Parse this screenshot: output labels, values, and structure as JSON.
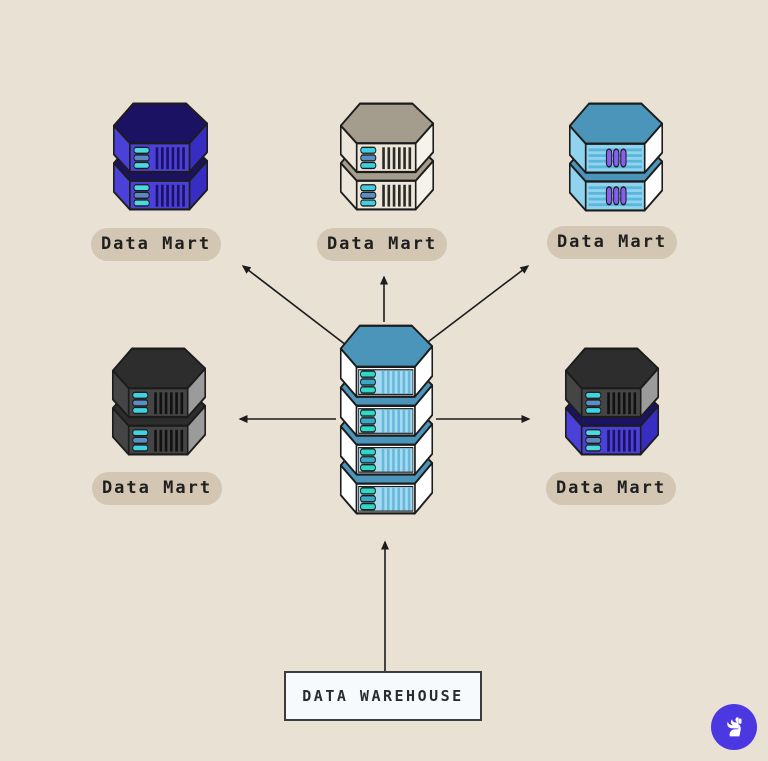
{
  "title": "Data Warehouse feeding Data Marts diagram",
  "background": "#e8e1d4",
  "outline_color": "#1c1c1c",
  "labels": {
    "data_mart": "Data Mart",
    "data_warehouse": "DATA WAREHOUSE"
  },
  "label_pill": {
    "bg": "#d3c6b3",
    "text": "#1f1f1f"
  },
  "warehouse_box": {
    "bg": "#f6fafd",
    "border": "#3c3c3c",
    "text": "#2b2b2b"
  },
  "logo": {
    "bg": "#4b38e0",
    "fg": "#ffffff",
    "icon": "phoenix-icon"
  },
  "schemes": {
    "indigo": {
      "top": "#1c1263",
      "front": "#4b40d8",
      "side": "#382dc2",
      "slat": "#1c1263",
      "pills": [
        "#4cd9de",
        "#5d87c0",
        "#4cd9de"
      ],
      "pattern": "grill"
    },
    "cream": {
      "top": "#a49c8c",
      "front": "#ece7da",
      "side": "#f6f3ea",
      "slat": "#2b2b28",
      "pills": [
        "#3fcfe0",
        "#5b8fc4",
        "#3fcfe0"
      ],
      "pattern": "grill"
    },
    "sky": {
      "top": "#4c95ba",
      "front": "#8fd3ee",
      "side": "#ffffff",
      "stripe": "#5cb6dc",
      "pills": [
        "#8a5cf0",
        "#8a5cf0",
        "#8a5cf0"
      ],
      "pattern": "dashes"
    },
    "gray": {
      "top": "#2d2d2d",
      "front": "#454545",
      "side": "#9b9b9b",
      "slat": "#111111",
      "pills": [
        "#3fd2e0",
        "#5b8fc4",
        "#3fd2e0"
      ],
      "pattern": "grill"
    },
    "frost": {
      "top": "#4c95ba",
      "front": "#ffffff",
      "side": "#ffffff",
      "panel": "#a5daf0",
      "slat": "#66b9dd",
      "pills": [
        "#2fd9c8",
        "#3aa8c6",
        "#2fd9c8"
      ],
      "pattern": "grill"
    }
  },
  "servers": [
    {
      "name": "data-mart-top-left",
      "units": [
        "indigo",
        "indigo"
      ]
    },
    {
      "name": "data-mart-top-middle",
      "units": [
        "cream",
        "cream"
      ]
    },
    {
      "name": "data-mart-top-right",
      "units": [
        "sky",
        "sky"
      ]
    },
    {
      "name": "data-mart-middle-left",
      "units": [
        "gray",
        "gray"
      ]
    },
    {
      "name": "data-mart-middle-right",
      "units": [
        "gray",
        "indigo"
      ]
    },
    {
      "name": "data-warehouse-server",
      "units": [
        "frost",
        "frost",
        "frost",
        "frost"
      ]
    }
  ],
  "connections": [
    {
      "from": "data-warehouse-server",
      "to": "data-mart-top-left"
    },
    {
      "from": "data-warehouse-server",
      "to": "data-mart-top-middle"
    },
    {
      "from": "data-warehouse-server",
      "to": "data-mart-top-right"
    },
    {
      "from": "data-warehouse-server",
      "to": "data-mart-middle-left"
    },
    {
      "from": "data-warehouse-server",
      "to": "data-mart-middle-right"
    },
    {
      "from": "data-warehouse-box",
      "to": "data-warehouse-server"
    }
  ]
}
